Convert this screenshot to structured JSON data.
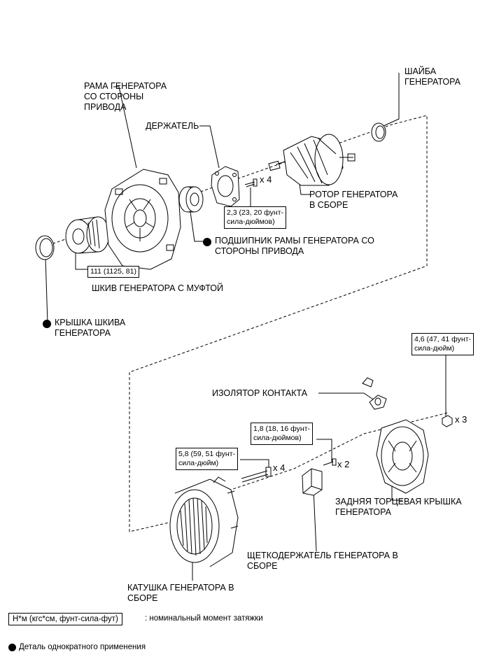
{
  "labels": {
    "drive_frame": "РАМА ГЕНЕРАТОРА\nСО СТОРОНЫ\nПРИВОДА",
    "washer": "ШАЙБА\nГЕНЕРАТОРА",
    "retainer": "ДЕРЖАТЕЛЬ",
    "rotor": "РОТОР ГЕНЕРАТОРА\nВ СБОРЕ",
    "bearing": "ПОДШИПНИК РАМЫ ГЕНЕРАТОРА СО\nСТОРОНЫ ПРИВОДА",
    "pulley": "ШКИВ ГЕНЕРАТОРА С МУФТОЙ",
    "pulley_cap": "КРЫШКА ШКИВА\nГЕНЕРАТОРА",
    "terminal_insulator": "ИЗОЛЯТОР КОНТАКТА",
    "rear_cover": "ЗАДНЯЯ ТОРЦЕВАЯ КРЫШКА\nГЕНЕРАТОРА",
    "brush_holder": "ЩЕТКОДЕРЖАТЕЛЬ ГЕНЕРАТОРА В\nСБОРЕ",
    "coil": "КАТУШКА ГЕНЕРАТОРА В\nСБОРЕ"
  },
  "torques": {
    "retainer_screws": "2,3 (23, 20 фунт-\nсила-дюймов)",
    "pulley": "111 (1125, 81)",
    "rear_nuts": "4,6 (47, 41 фунт-\nсила-дюйм)",
    "brush_screws": "1,8 (18, 16 фунт-\nсила-дюймов)",
    "through_bolts": "5,8 (59, 51 фунт-\nсила-дюйм)"
  },
  "quantities": {
    "retainer_screws": "x 4",
    "rear_nuts": "x 3",
    "brush_screws": "x 2",
    "through_bolts": "x 4"
  },
  "legend": {
    "torque_unit_box": "Н*м (кгс*см, фунт-сила-фут)",
    "torque_unit_text": ": номинальный момент затяжки",
    "single_use_text": "Деталь однократного применения"
  }
}
